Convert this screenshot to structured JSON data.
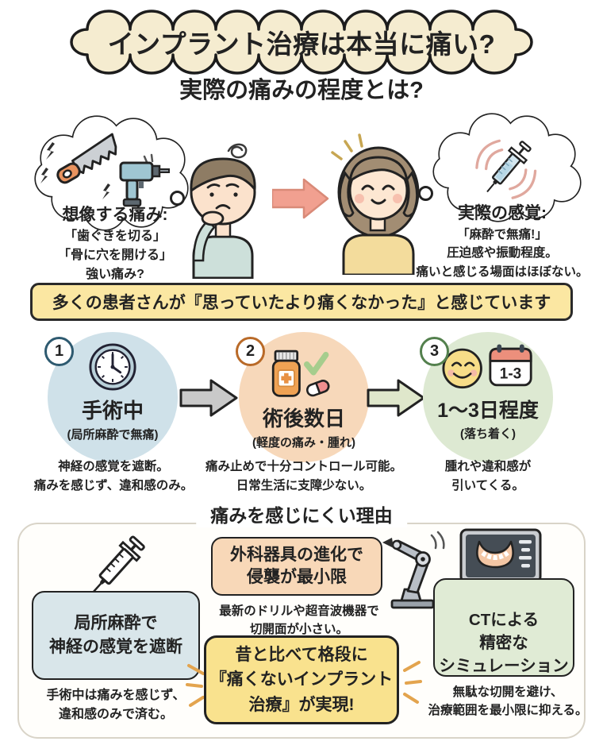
{
  "title": {
    "main": "インプラント治療は本当に痛い?",
    "subtitle": "実際の痛みの程度とは?"
  },
  "comparison": {
    "imagined": {
      "heading": "想像する痛み:",
      "lines": [
        "「歯ぐきを切る」",
        "「骨に穴を開ける」",
        "強い痛み?"
      ]
    },
    "actual": {
      "heading": "実際の感覚:",
      "lines": [
        "「麻酔で無痛!」",
        "圧迫感や振動程度。",
        "痛いと感じる場面はほぼない。"
      ]
    }
  },
  "banner": {
    "text": "多くの患者さんが『思っていたより痛くなかった』と感じています"
  },
  "timeline": {
    "steps": [
      {
        "number": "1",
        "title": "手術中",
        "subtitle": "(局所麻酔で無痛)",
        "caption_lines": [
          "神経の感覚を遮断。",
          "痛みを感じず、違和感のみ。"
        ]
      },
      {
        "number": "2",
        "title": "術後数日",
        "subtitle": "(軽度の痛み・腫れ)",
        "caption_lines": [
          "痛み止めで十分コントロール可能。",
          "日常生活に支障少ない。"
        ]
      },
      {
        "number": "3",
        "title": "1〜3日程度",
        "subtitle": "(落ち着く)",
        "calendar_label": "1-3",
        "caption_lines": [
          "腫れや違和感が",
          "引いてくる。"
        ]
      }
    ]
  },
  "reasons": {
    "heading": "痛みを感じにくい理由",
    "anesthesia": {
      "box_lines": [
        "局所麻酔で",
        "神経の感覚を遮断"
      ],
      "caption_lines": [
        "手術中は痛みを感じず、",
        "違和感のみで済む。"
      ]
    },
    "instruments": {
      "box_lines": [
        "外科器具の進化で",
        "侵襲が最小限"
      ],
      "caption_lines": [
        "最新のドリルや超音波機器で",
        "切開面が小さい。"
      ]
    },
    "conclusion": {
      "lines": [
        "昔と比べて格段に",
        "『痛くないインプラント",
        "治療』が実現!"
      ]
    },
    "ct": {
      "box_lines": [
        "CTによる",
        "精密な",
        "シミュレーション"
      ],
      "caption_lines": [
        "無駄な切開を避け、",
        "治療範囲を最小限に抑える。"
      ]
    }
  },
  "icons": {
    "saw-icon": "hand saw (imagined pain)",
    "drill-icon": "power drill (imagined pain)",
    "syringe-icon": "anesthesia syringe",
    "clock-icon": "during surgery",
    "medicine-icon": "painkiller bottle with check and pill",
    "smiley-icon": "relieved face",
    "calendar-icon": "1-3 days calendar",
    "robot-arm-icon": "advanced surgical instrument",
    "ct-monitor-icon": "CT simulation monitor"
  },
  "palette": {
    "cloud_bg": "#f5ecd0",
    "banner_bg": "#fbe7a2",
    "step1_circle": "#cfe1e9",
    "step2_circle": "#f7d8ba",
    "step3_circle": "#dde9d2",
    "anesthesia_box": "#d9e6ea",
    "instruments_box": "#f8d8b8",
    "conclusion_box": "#f9e28e",
    "ct_box": "#e0ebd5",
    "arrow_salmon": "#f1a090",
    "ink": "#222222"
  }
}
